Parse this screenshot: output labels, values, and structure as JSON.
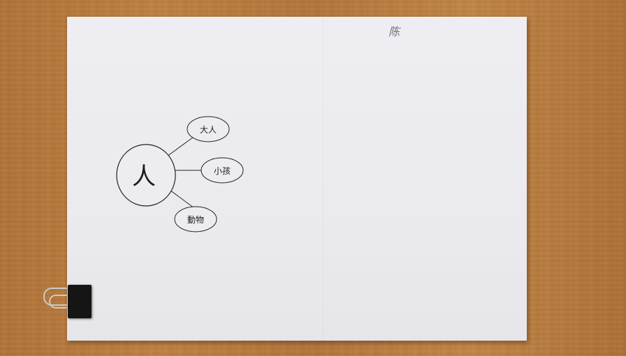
{
  "photo": {
    "surface": "wooden desk",
    "colors": {
      "wood": "#b97c3f",
      "paper": "#ececf0",
      "ink": "#222222",
      "clip": "#151515"
    }
  },
  "mindmap": {
    "center": {
      "label": "人"
    },
    "branches": [
      {
        "label": "大人"
      },
      {
        "label": "小孩"
      },
      {
        "label": "動物"
      }
    ]
  },
  "annotation": {
    "text": "陈"
  }
}
